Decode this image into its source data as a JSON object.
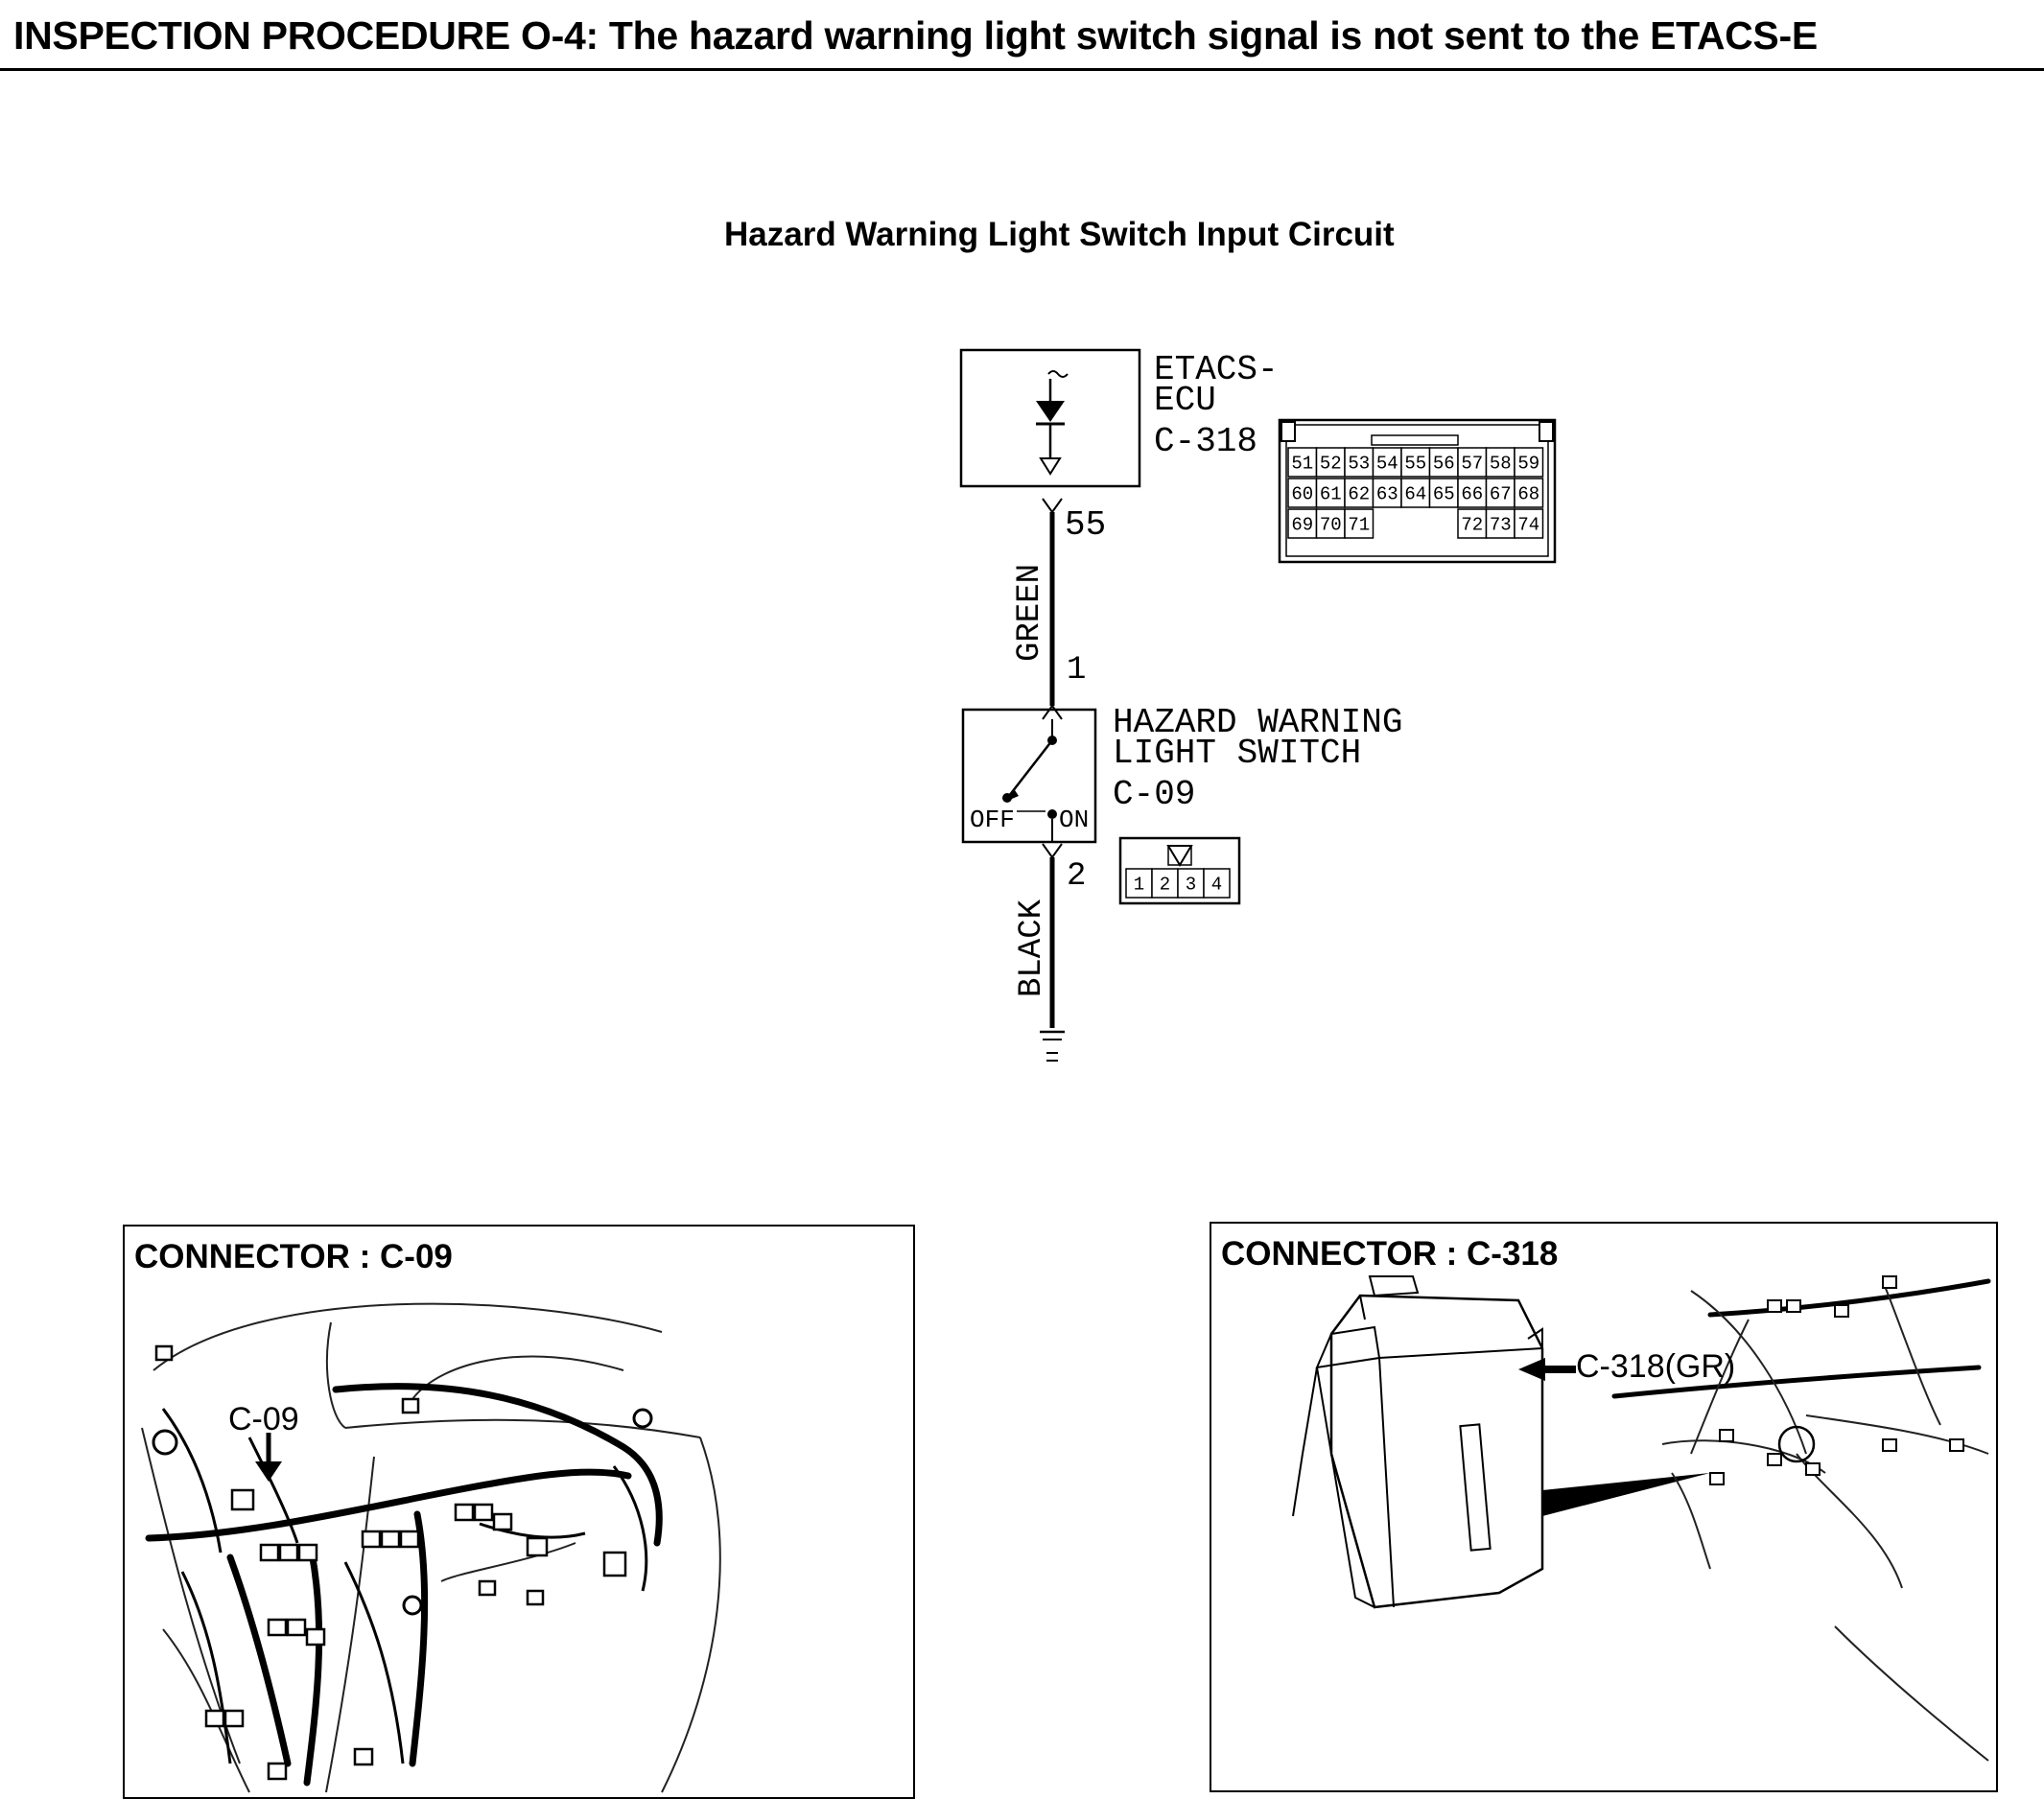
{
  "page": {
    "heading": "INSPECTION PROCEDURE O-4: The hazard warning light switch signal is not sent to the ETACS-E"
  },
  "circuit": {
    "title": "Hazard Warning Light Switch Input Circuit",
    "ecu": {
      "name_line1": "ETACS-",
      "name_line2": "ECU",
      "connector": "C-318",
      "pin": "55",
      "pins_row1": [
        "51",
        "52",
        "53",
        "54",
        "55",
        "56",
        "57",
        "58",
        "59"
      ],
      "pins_row2": [
        "60",
        "61",
        "62",
        "63",
        "64",
        "65",
        "66",
        "67",
        "68"
      ],
      "pins_row3_left": [
        "69",
        "70",
        "71"
      ],
      "pins_row3_right": [
        "72",
        "73",
        "74"
      ]
    },
    "wire_upper": {
      "color_label": "GREEN"
    },
    "switch": {
      "name_line1": "HAZARD WARNING",
      "name_line2": "LIGHT SWITCH",
      "connector": "C-09",
      "pin_top": "1",
      "pin_bottom": "2",
      "off_label": "OFF",
      "on_label": "ON",
      "pins": [
        "1",
        "2",
        "3",
        "4"
      ]
    },
    "wire_lower": {
      "color_label": "BLACK"
    }
  },
  "connector_views": [
    {
      "title": "CONNECTOR : C-09",
      "callout": "C-09"
    },
    {
      "title": "CONNECTOR : C-318",
      "callout": "C-318(GR)"
    }
  ]
}
